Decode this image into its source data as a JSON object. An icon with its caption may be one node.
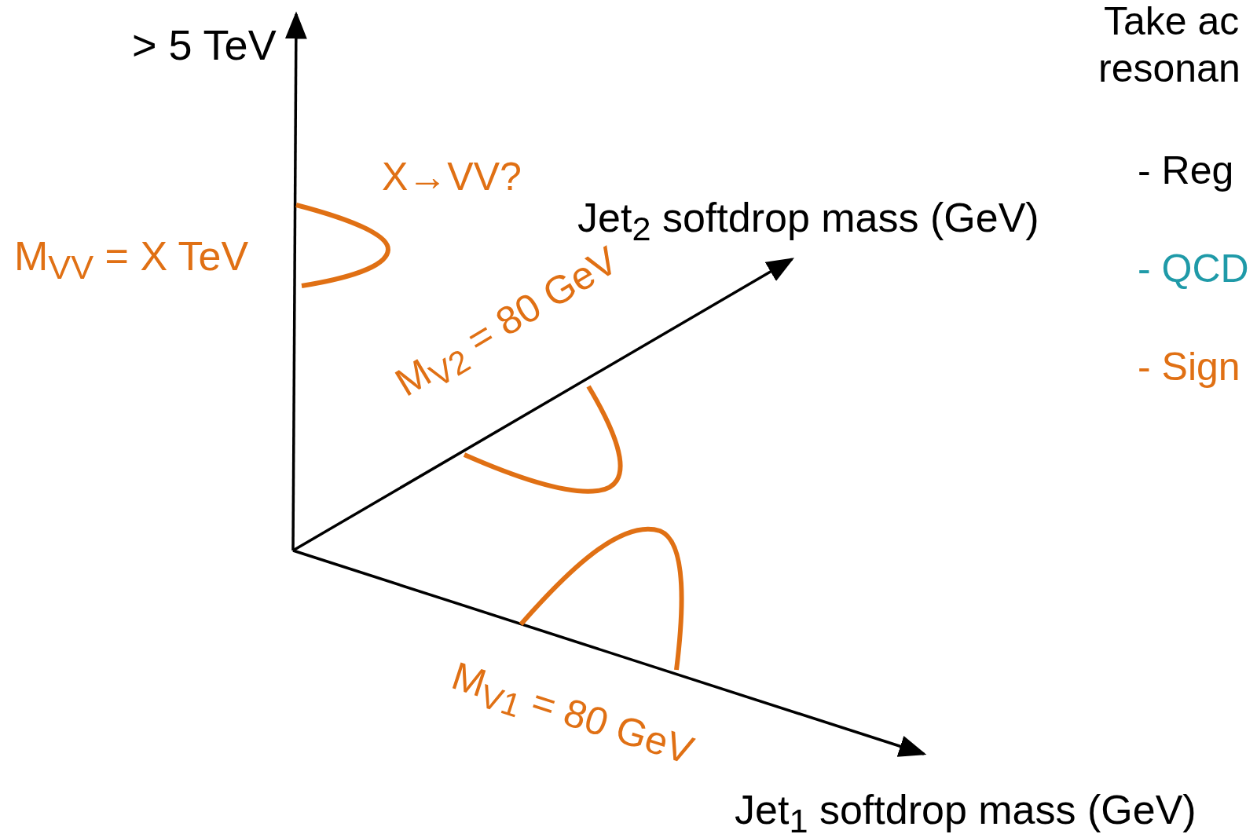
{
  "diagram": {
    "labels": [
      "> 5 TeV",
      "X→VV?",
      "M$_{VV}$ = X TeV",
      "Jet$_{2}$ softdrop mass (GeV)",
      "M$_{V2}$ = 80 GeV",
      "M$_{V1}$ = 80 GeV",
      "Jet$_{1}$ softdrop mass (GeV)",
      "Take ac",
      "resonan",
      "- Reg",
      "- QCD",
      "- Sign"
    ]
  }
}
